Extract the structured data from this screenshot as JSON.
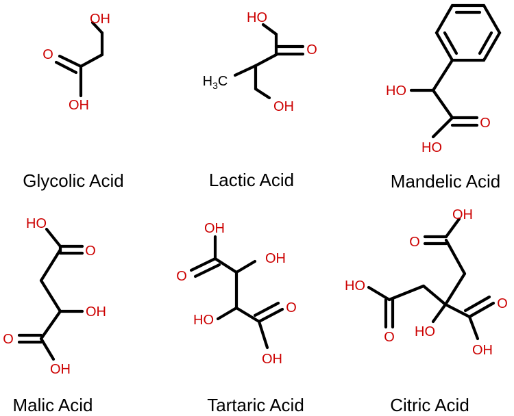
{
  "colors": {
    "bond": "#000000",
    "heteroatom": "#cc0000",
    "carbon_label": "#000000"
  },
  "molecules": [
    {
      "name": "Glycolic Acid",
      "atoms": {
        "oh_top": "OH",
        "o_carbonyl": "O",
        "oh_bottom": "OH"
      }
    },
    {
      "name": "Lactic Acid",
      "atoms": {
        "ho_top": "HO",
        "o_carbonyl": "O",
        "methyl": "H",
        "methyl_sub": "3",
        "methyl_c": "C",
        "oh_bottom": "OH"
      }
    },
    {
      "name": "Mandelic Acid",
      "atoms": {
        "ho_alpha": "HO",
        "o_carbonyl": "O",
        "ho_acid": "HO"
      }
    },
    {
      "name": "Malic Acid",
      "atoms": {
        "ho_top": "HO",
        "o_top_carbonyl": "O",
        "oh_mid": "OH",
        "o_bottom_carbonyl": "O",
        "oh_bottom": "OH"
      }
    },
    {
      "name": "Tartaric Acid",
      "atoms": {
        "oh_top": "OH",
        "oh_upper": "OH",
        "o_top_carbonyl": "O",
        "ho_lower": "HO",
        "o_bottom_carbonyl": "O",
        "oh_bottom": "OH"
      }
    },
    {
      "name": "Citric Acid",
      "atoms": {
        "oh_top": "OH",
        "o_top_carbonyl": "O",
        "ho_left": "HO",
        "o_left_carbonyl": "O",
        "ho_center": "HO",
        "o_right_carbonyl": "O",
        "oh_right": "OH"
      }
    }
  ]
}
